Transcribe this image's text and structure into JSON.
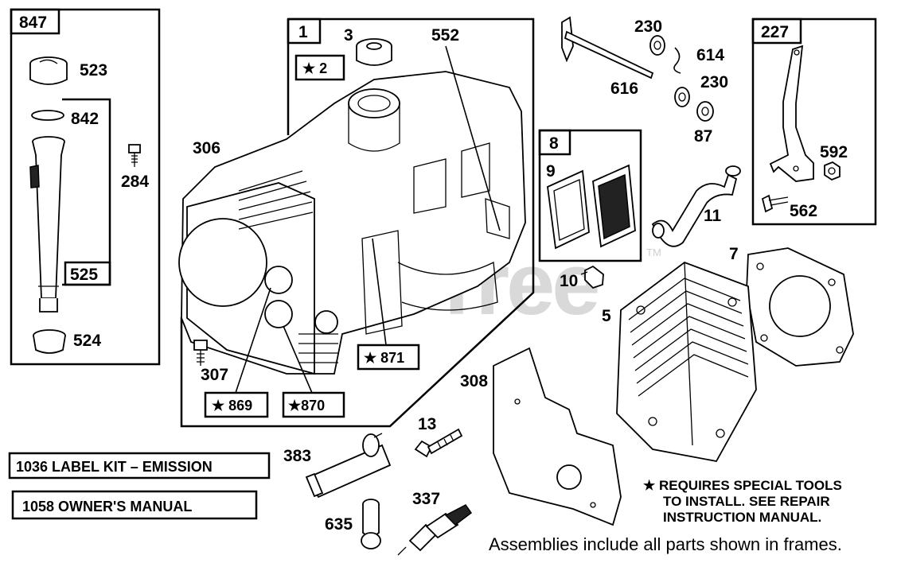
{
  "watermark": {
    "text": "PartsTree",
    "tm": "TM"
  },
  "frames": {
    "dipstick": {
      "label": "847",
      "inner_label": "525"
    },
    "block": {
      "label": "1"
    },
    "breather": {
      "label": "8"
    },
    "governor": {
      "label": "227"
    }
  },
  "callouts": {
    "c523": "523",
    "c842": "842",
    "c284": "284",
    "c524": "524",
    "c3": "3",
    "c552": "552",
    "c2": "★ 2",
    "c306": "306",
    "c307": "307",
    "c869": "★ 869",
    "c870": "★870",
    "c871": "★ 871",
    "c230a": "230",
    "c614": "614",
    "c616": "616",
    "c230b": "230",
    "c87": "87",
    "c9": "9",
    "c11": "11",
    "c10": "10",
    "c7": "7",
    "c5": "5",
    "c592": "592",
    "c562": "562",
    "c308": "308",
    "c13": "13",
    "c383": "383",
    "c337": "337",
    "c635": "635"
  },
  "kits": [
    {
      "text": "1036 LABEL KIT – EMISSION"
    },
    {
      "text": "1058 OWNER'S MANUAL"
    }
  ],
  "note": {
    "lines": [
      "★ REQUIRES SPECIAL TOOLS",
      "TO INSTALL.  SEE REPAIR",
      "INSTRUCTION MANUAL."
    ]
  },
  "footer": "Assemblies include all parts shown in frames."
}
